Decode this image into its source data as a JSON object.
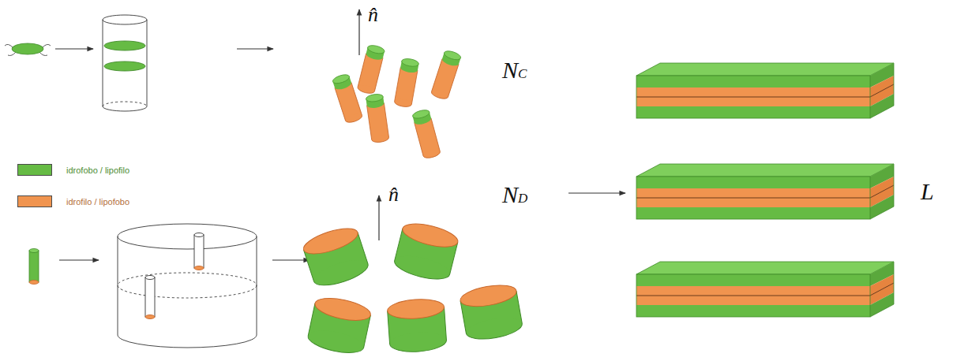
{
  "diagram": {
    "labels": [
      "n̂",
      "NC",
      "n̂",
      "ND",
      "L"
    ],
    "legend": [
      {
        "text": "idrofobo / lipofilo",
        "color": "#66bb44"
      },
      {
        "text": "idrofilo / lipofobo",
        "color": "#f0944f"
      }
    ]
  }
}
